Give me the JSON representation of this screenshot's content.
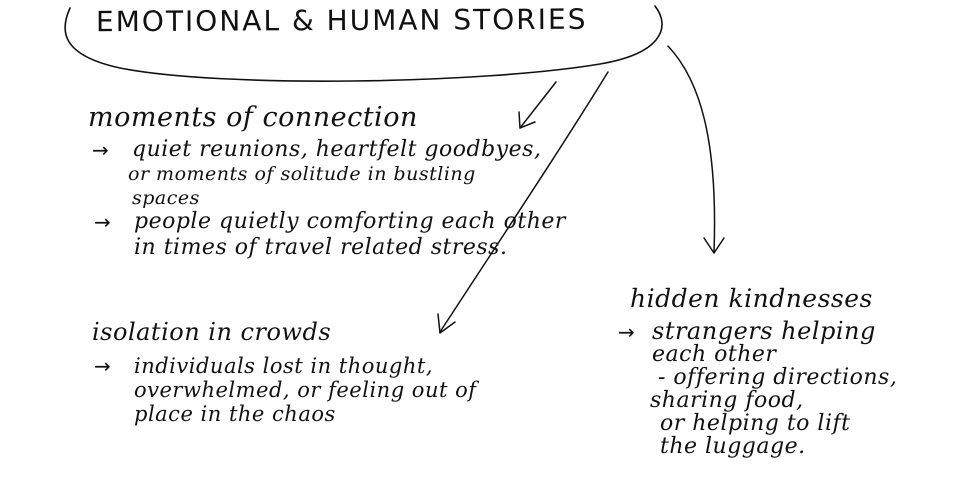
{
  "title": "EMOTIONAL & HUMAN STORIES",
  "sections": [
    {
      "heading": "moments of connection",
      "bullets": [
        {
          "marker": "→",
          "lines": [
            "quiet reunions, heartfelt goodbyes,",
            "or moments of solitude in bustling",
            "spaces"
          ]
        },
        {
          "marker": "→",
          "lines": [
            "people quietly comforting each other",
            "in times of travel related stress."
          ]
        }
      ]
    },
    {
      "heading": "isolation in crowds",
      "bullets": [
        {
          "marker": "→",
          "lines": [
            "individuals lost in thought,",
            "overwhelmed, or feeling out of",
            "place in the chaos"
          ]
        }
      ]
    },
    {
      "heading": "hidden kindnesses",
      "bullets": [
        {
          "marker": "→",
          "lines": [
            "strangers helping",
            "each other",
            "- offering directions,",
            "sharing food,",
            "or helping to lift",
            "the luggage."
          ]
        }
      ]
    }
  ]
}
